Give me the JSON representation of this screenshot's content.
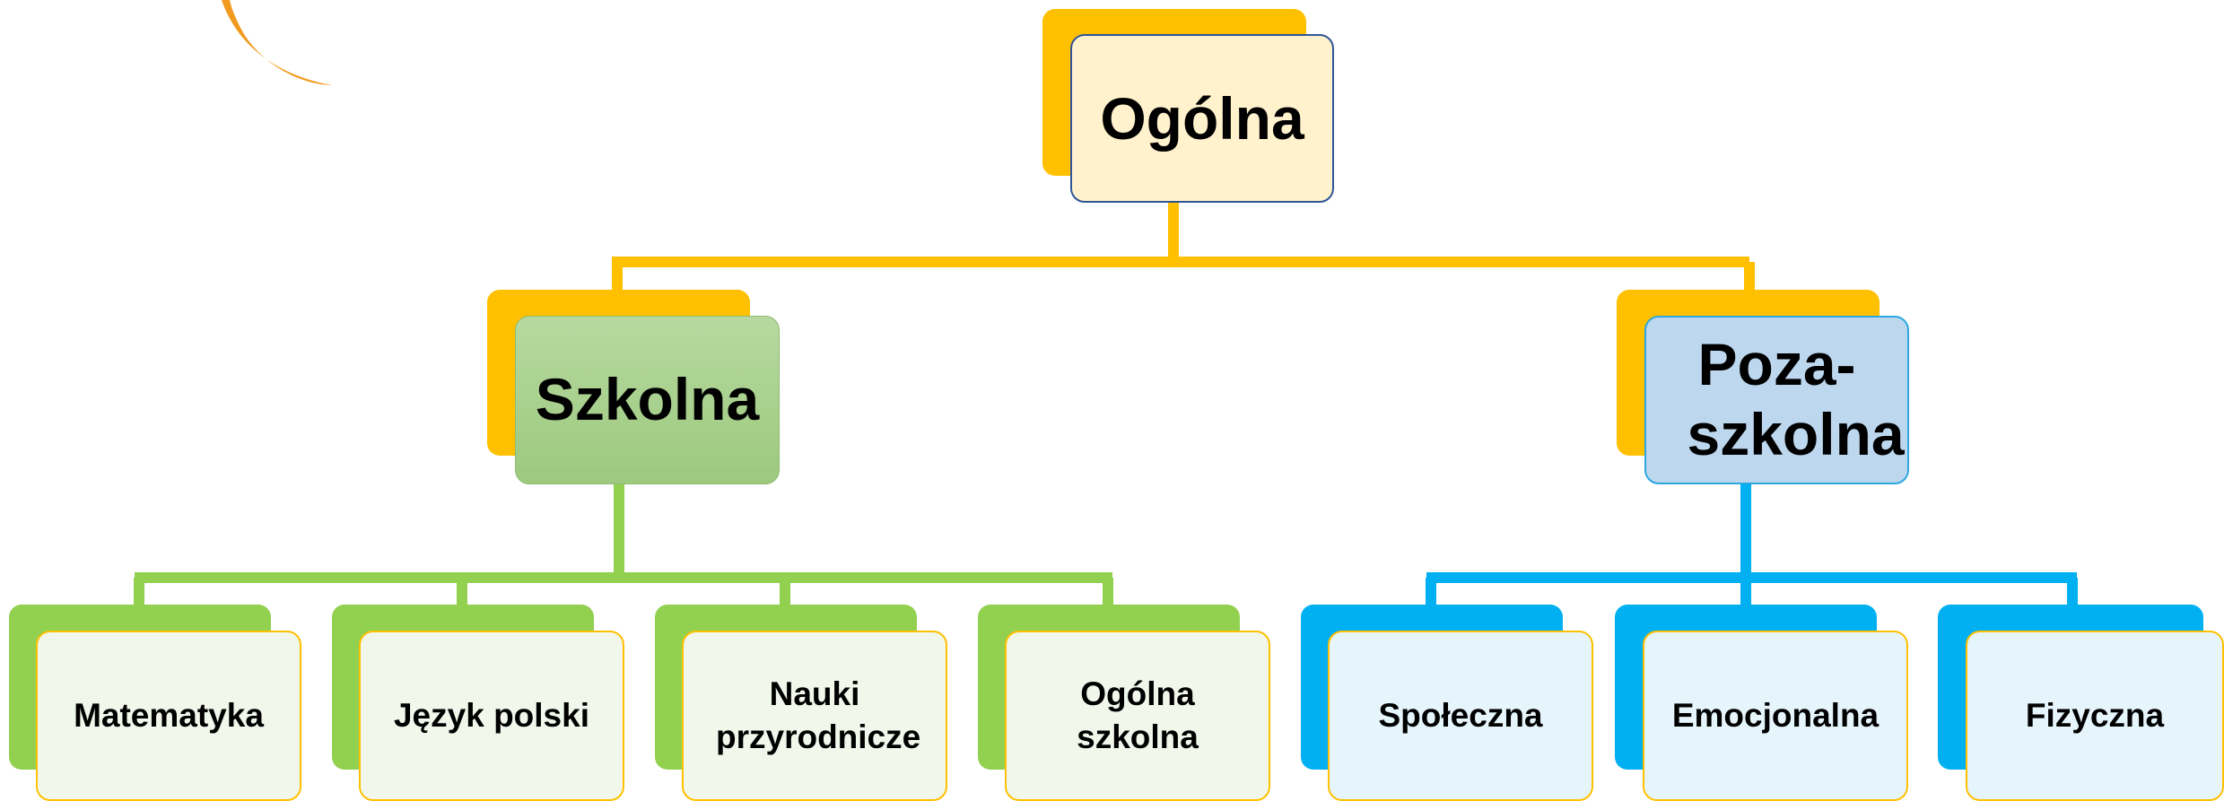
{
  "diagram": {
    "root": {
      "label": "Ogólna"
    },
    "branches": [
      {
        "label": "Szkolna",
        "children": [
          "Matematyka",
          "Język polski",
          "Nauki przyrodnicze",
          "Ogólna szkolna"
        ]
      },
      {
        "label": "Poza-szkolna",
        "children": [
          "Społeczna",
          "Emocjonalna",
          "Fizyczna"
        ]
      }
    ]
  },
  "colors": {
    "gold": "#FFC000",
    "green_line": "#92D050",
    "blue_line": "#00B0F0",
    "root_fill": "#FFF2CC",
    "root_border": "#2F5597",
    "szkolna_fill": "#A9D18E",
    "pozaszkolna_fill": "#BDD7EE",
    "green_leaf_fill": "#F1F7EB",
    "blue_leaf_fill": "#E6F5FC",
    "leaf_border": "#FFC000",
    "orange_arc": "#F29A1F"
  }
}
